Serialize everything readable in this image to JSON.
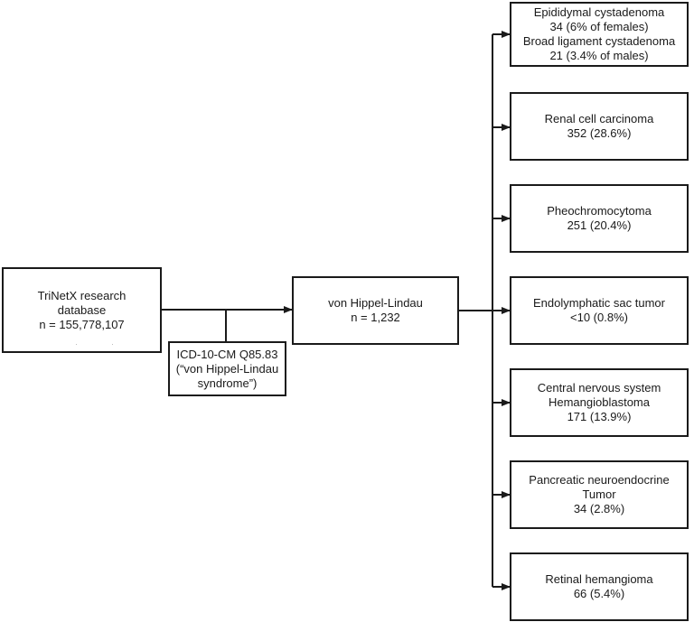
{
  "source": {
    "line1": "TriNetX research",
    "line2": "database",
    "line3": "n = 155,778,107"
  },
  "criteria": {
    "line1": "ICD-10-CM Q85.83",
    "line2": "(“von Hippel-Lindau",
    "line3": "syndrome”)"
  },
  "cohort": {
    "line1": "von Hippel-Lindau",
    "line2": "n = 1,232"
  },
  "outcomes": [
    {
      "lines": [
        "Epididymal cystadenoma",
        "34 (6% of females)",
        "Broad ligament cystadenoma",
        "21 (3.4% of males)"
      ]
    },
    {
      "lines": [
        "Renal cell carcinoma",
        "352 (28.6%)"
      ]
    },
    {
      "lines": [
        "Pheochromocytoma",
        "251 (20.4%)"
      ]
    },
    {
      "lines": [
        "Endolymphatic sac tumor",
        "<10 (0.8%)"
      ]
    },
    {
      "lines": [
        "Central nervous system",
        "Hemangioblastoma",
        "171 (13.9%)"
      ]
    },
    {
      "lines": [
        "Pancreatic neuroendocrine",
        "Tumor",
        "34 (2.8%)"
      ]
    },
    {
      "lines": [
        "Retinal hemangioma",
        "66 (5.4%)"
      ]
    }
  ]
}
